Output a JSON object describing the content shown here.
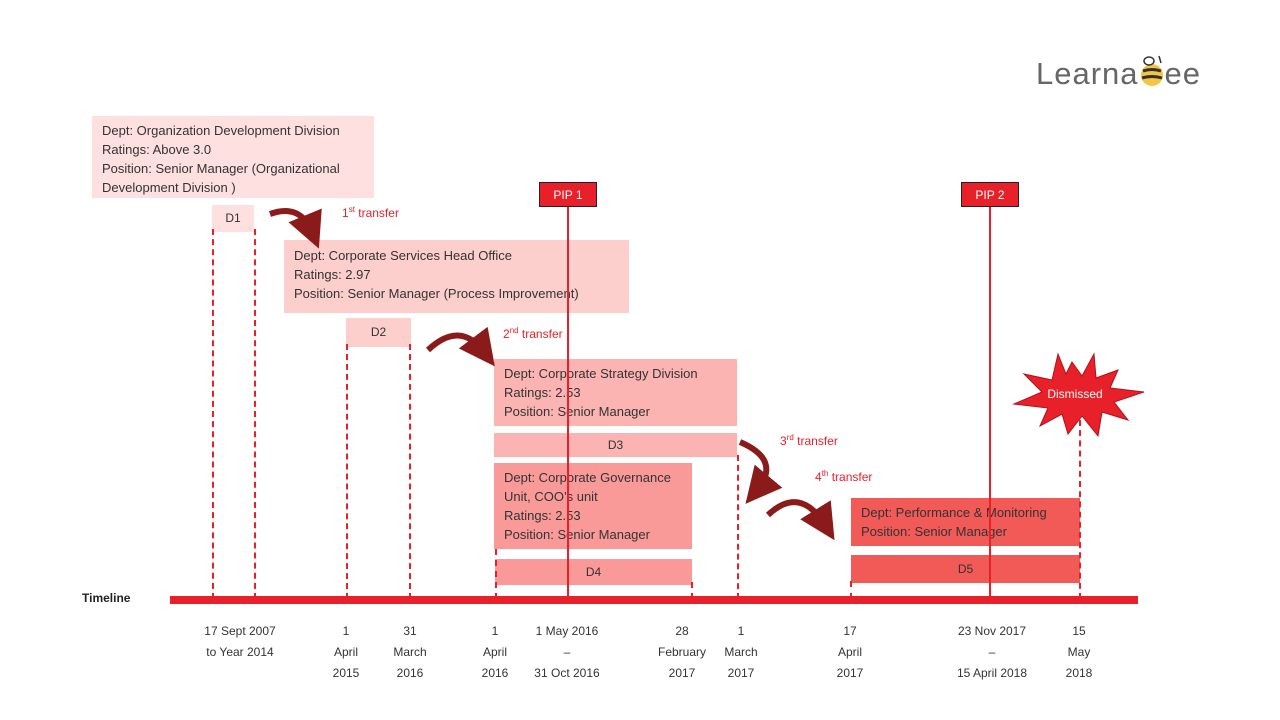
{
  "logo": {
    "text_left": "Learna",
    "text_right": "ee"
  },
  "timeline_label": "Timeline",
  "info_boxes": [
    {
      "lines": [
        "Dept: Organization Development Division",
        "Ratings: Above 3.0",
        "Position: Senior Manager (Organizational",
        "Development Division )"
      ]
    },
    {
      "lines": [
        "Dept: Corporate Services Head Office",
        "Ratings: 2.97",
        "Position: Senior Manager (Process Improvement)"
      ]
    },
    {
      "lines": [
        "Dept: Corporate Strategy Division",
        "Ratings: 2.53",
        "Position: Senior Manager"
      ]
    },
    {
      "lines": [
        "Dept: Corporate Governance",
        "Unit, COO’s unit",
        "Ratings: 2.53",
        "Position: Senior Manager"
      ]
    },
    {
      "lines": [
        "Dept: Performance & Monitoring",
        "Position: Senior Manager"
      ]
    }
  ],
  "periods": [
    "D1",
    "D2",
    "D3",
    "D4",
    "D5"
  ],
  "transfers": [
    {
      "num": "1",
      "sup": "st",
      "text": " transfer"
    },
    {
      "num": "2",
      "sup": "nd",
      "text": " transfer"
    },
    {
      "num": "3",
      "sup": "rd",
      "text": " transfer"
    },
    {
      "num": "4",
      "sup": "th",
      "text": " transfer"
    }
  ],
  "pips": [
    "PIP 1",
    "PIP 2"
  ],
  "dismissed": "Dismissed",
  "dates": [
    [
      "17 Sept 2007",
      "to Year 2014"
    ],
    [
      "1",
      "April",
      "2015"
    ],
    [
      "31",
      "March",
      "2016"
    ],
    [
      "1",
      "April",
      "2016"
    ],
    [
      "1 May 2016",
      "–",
      "31 Oct 2016"
    ],
    [
      "28",
      "February",
      "2017"
    ],
    [
      "1",
      "March",
      "2017"
    ],
    [
      "17",
      "April",
      "2017"
    ],
    [
      "23 Nov 2017",
      "–",
      "15 April 2018"
    ],
    [
      "15",
      "May",
      "2018"
    ]
  ],
  "colors": {
    "timeline_red": "#e8202a",
    "arrow_dark_red": "#8b1a1a",
    "d1_fill": "#fde0df",
    "d2_fill": "#fccfcd",
    "d3_fill": "#fbb4b2",
    "d4_fill": "#f99a98",
    "d5_fill": "#f25a58"
  }
}
